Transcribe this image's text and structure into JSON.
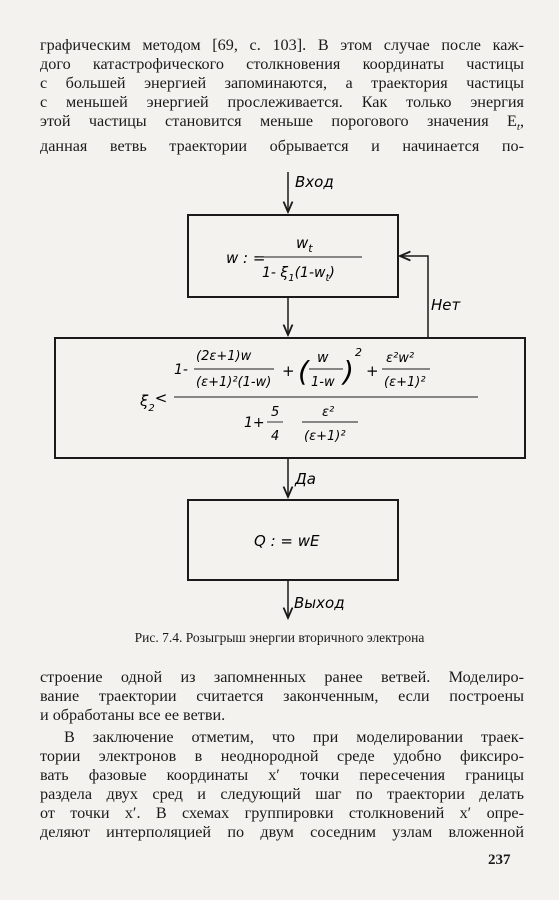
{
  "paragraph_top": [
    "графическим методом [69, с. 103]. В этом случае после каж-",
    "дого катастрофического столкновения координаты частицы",
    "с большей энергией запоминаются, а траектория частицы",
    "с меньшей энергией прослеживается. Как только энергия",
    "этой частицы становится меньше порогового значения E",
    "данная ветвь траектории обрывается и начинается по-"
  ],
  "threshold_sub": "t",
  "threshold_comma": ",",
  "flowchart": {
    "entry_label": "Вход",
    "box1": {
      "lhs": "w : =",
      "numerator": "w",
      "numerator_sub": "t",
      "denominator": "1- ξ",
      "denom_sub": "1",
      "denominator_tail": "(1-w",
      "denom_tail_sub": "t",
      "denominator_close": ")"
    },
    "no_label": "Нет",
    "box2": {
      "xi": "ξ",
      "xi_sub": "2",
      "lt": "<",
      "one": "1-",
      "frac1_num": "(2ε+1)w",
      "frac1_den": "(ε+1)²(1-w)",
      "plus1": "+",
      "paren_open": "(",
      "frac2_num": "w",
      "frac2_den": "1-w",
      "paren_close": ")",
      "square": "2",
      "plus2": "+",
      "frac3_num": "ε²w²",
      "frac3_den": "(ε+1)²",
      "den_one": "1+",
      "frac4_num": "5",
      "frac4_den": "4",
      "frac5_num": "ε²",
      "frac5_den": "(ε+1)²"
    },
    "yes_label": "Да",
    "box3": {
      "formula": "Q : = wE"
    },
    "exit_label": "Выход"
  },
  "caption": "Рис. 7.4. Розыгрыш энергии вторичного электрона",
  "paragraph_bottom": [
    "строение одной из запомненных  ранее ветвей. Моделиро-",
    "вание траектории считается законченным, если построены",
    "и обработаны все ее ветви."
  ],
  "paragraph_last": [
    "В заключение отметим, что при моделировании траек-",
    "тории электронов в неоднородной среде удобно фиксиро-",
    "вать фазовые координаты x′ точки пересечения границы",
    "раздела двух сред и следующий шаг по траектории делать",
    "от точки x′. В схемах группировки столкновений x′ опре-",
    "деляют интерполяцией по двум соседним узлам вложенной"
  ],
  "page_number": "237"
}
